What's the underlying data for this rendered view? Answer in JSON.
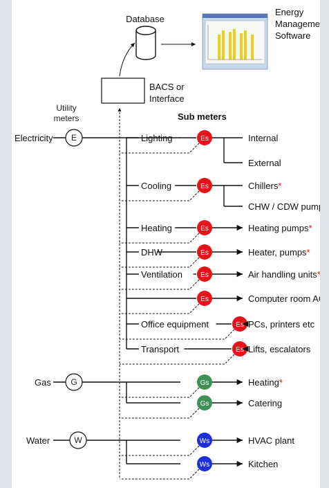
{
  "colors": {
    "es": "#e4141b",
    "gs": "#3f8f58",
    "ws": "#1d2fd8",
    "page_bg": "#dfe3ea"
  },
  "database_label": "Database",
  "software_label": [
    "Energy",
    "Management",
    "Software"
  ],
  "bacs_label": [
    "BACS or",
    "Interface"
  ],
  "utility_label": [
    "Utility",
    "meters"
  ],
  "sub_meters_label": "Sub meters",
  "utilities": [
    {
      "label": "Electricity",
      "meter": "E"
    },
    {
      "label": "Gas",
      "meter": "G"
    },
    {
      "label": "Water",
      "meter": "W"
    }
  ],
  "circuits": [
    {
      "name": "Lighting",
      "meter": "Es",
      "loads": [
        {
          "label": "Internal",
          "star": ""
        },
        {
          "label": "External",
          "star": ""
        }
      ]
    },
    {
      "name": "Cooling",
      "meter": "Es",
      "loads": [
        {
          "label": "Chillers",
          "star": "*"
        },
        {
          "label": "CHW / CDW pumps",
          "star": "*"
        }
      ]
    },
    {
      "name": "Heating",
      "meter": "Es",
      "loads": [
        {
          "label": "Heating pumps",
          "star": "*"
        }
      ]
    },
    {
      "name": "DHW",
      "meter": "Es",
      "loads": [
        {
          "label": "Heater, pumps",
          "star": "*"
        }
      ]
    },
    {
      "name": "Ventilation",
      "meter": "Es",
      "loads": [
        {
          "label": "Air handling units",
          "star": "*"
        }
      ]
    },
    {
      "name": "",
      "meter": "Es",
      "loads": [
        {
          "label": "Computer room AC",
          "star": "*"
        }
      ]
    },
    {
      "name": "Office equipment",
      "meter": "Es",
      "loads": [
        {
          "label": "PCs, printers etc",
          "star": ""
        }
      ]
    },
    {
      "name": "Transport",
      "meter": "Es",
      "loads": [
        {
          "label": "Lifts, escalators",
          "star": ""
        }
      ]
    },
    {
      "name": "",
      "meter": "Gs",
      "loads": [
        {
          "label": "Heating",
          "star": "*"
        }
      ]
    },
    {
      "name": "",
      "meter": "Gs",
      "loads": [
        {
          "label": "Catering",
          "star": ""
        }
      ]
    },
    {
      "name": "",
      "meter": "Ws",
      "loads": [
        {
          "label": "HVAC plant",
          "star": ""
        }
      ]
    },
    {
      "name": "",
      "meter": "Ws",
      "loads": [
        {
          "label": "Kitchen",
          "star": ""
        }
      ]
    }
  ]
}
